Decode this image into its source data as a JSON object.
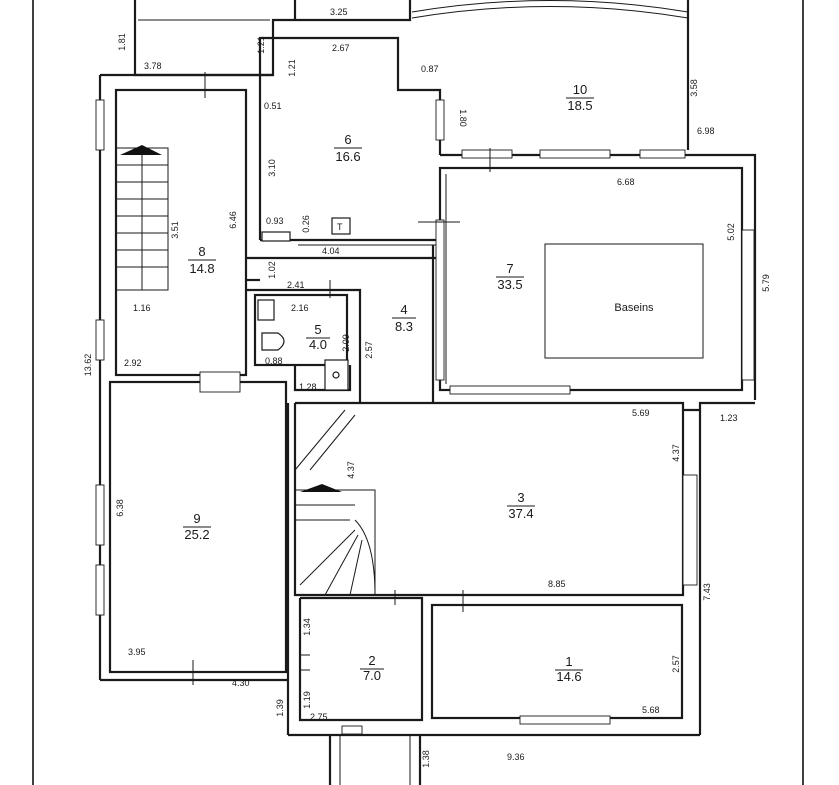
{
  "rooms": [
    {
      "number": "1",
      "area": "14.6"
    },
    {
      "number": "2",
      "area": "7.0"
    },
    {
      "number": "3",
      "area": "37.4"
    },
    {
      "number": "4",
      "area": "8.3"
    },
    {
      "number": "5",
      "area": "4.0"
    },
    {
      "number": "6",
      "area": "16.6"
    },
    {
      "number": "7",
      "area": "33.5"
    },
    {
      "number": "8",
      "area": "14.8"
    },
    {
      "number": "9",
      "area": "25.2"
    },
    {
      "number": "10",
      "area": "18.5"
    }
  ],
  "pool_label": "Baseins",
  "fixtures": {
    "tap_symbol": "T"
  },
  "dimensions": {
    "top_325": "3.25",
    "left_181": "1.81",
    "d_121a": "1.21",
    "d_267": "2.67",
    "d_121b": "1.21",
    "d_378": "3.78",
    "d_087": "0.87",
    "d_358": "3.58",
    "d_051": "0.51",
    "d_180": "1.80",
    "d_698": "6.98",
    "d_310": "3.10",
    "d_668": "6.68",
    "d_351": "3.51",
    "d_646": "6.46",
    "d_093": "0.93",
    "d_026": "0.26",
    "d_404": "4.04",
    "d_502": "5.02",
    "d_579": "5.79",
    "d_102": "1.02",
    "d_241": "2.41",
    "d_116": "1.16",
    "d_216": "2.16",
    "d_209": "2.09",
    "d_257": "2.57",
    "d_088": "0.88",
    "d_1362": "13.62",
    "d_292": "2.92",
    "d_128": "1.28",
    "d_569": "5.69",
    "d_123": "1.23",
    "d_437a": "4.37",
    "d_437b": "4.37",
    "d_638": "6.38",
    "d_885": "8.85",
    "d_743": "7.43",
    "d_134": "1.34",
    "d_257b": "2.57",
    "d_395": "3.95",
    "d_430": "4.30",
    "d_119": "1.19",
    "d_139": "1.39",
    "d_275": "2.75",
    "d_568": "5.68",
    "d_138": "1.38",
    "d_936": "9.36"
  }
}
